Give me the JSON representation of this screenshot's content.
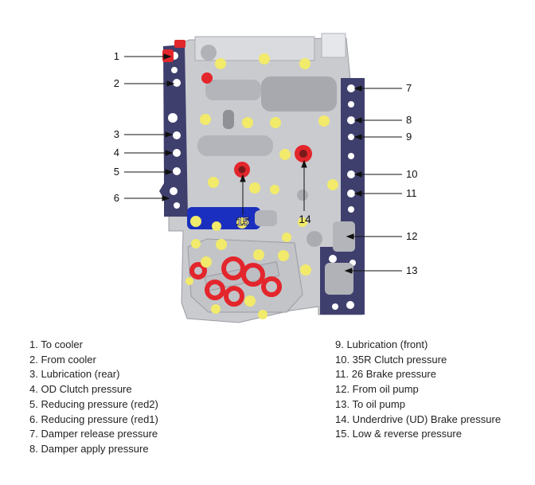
{
  "callouts_left": [
    "1",
    "2",
    "3",
    "4",
    "5",
    "6"
  ],
  "callouts_right": [
    "7",
    "8",
    "9",
    "10",
    "11",
    "12",
    "13"
  ],
  "callouts_inner": [
    "15",
    "14"
  ],
  "legend_left": [
    "1. To cooler",
    "2. From cooler",
    "3. Lubrication (rear)",
    "4. OD Clutch pressure",
    "5. Reducing pressure (red2)",
    "6. Reducing pressure (red1)",
    "7. Damper release pressure",
    "8. Damper apply pressure"
  ],
  "legend_right": [
    "9. Lubrication (front)",
    "10. 35R Clutch pressure",
    "11. 26 Brake pressure",
    "12. From oil pump",
    "13. To oil pump",
    "14. Underdrive (UD) Brake pressure",
    "15. Low & reverse pressure"
  ],
  "colors": {
    "gasket": "#3f3f6e",
    "body": "#c9cbcf",
    "pressure_port": "#e3262c",
    "check_ball": "#f2ea6a",
    "solenoid": "#1a2fbf"
  },
  "icons": [
    "valve-body-illustration"
  ]
}
